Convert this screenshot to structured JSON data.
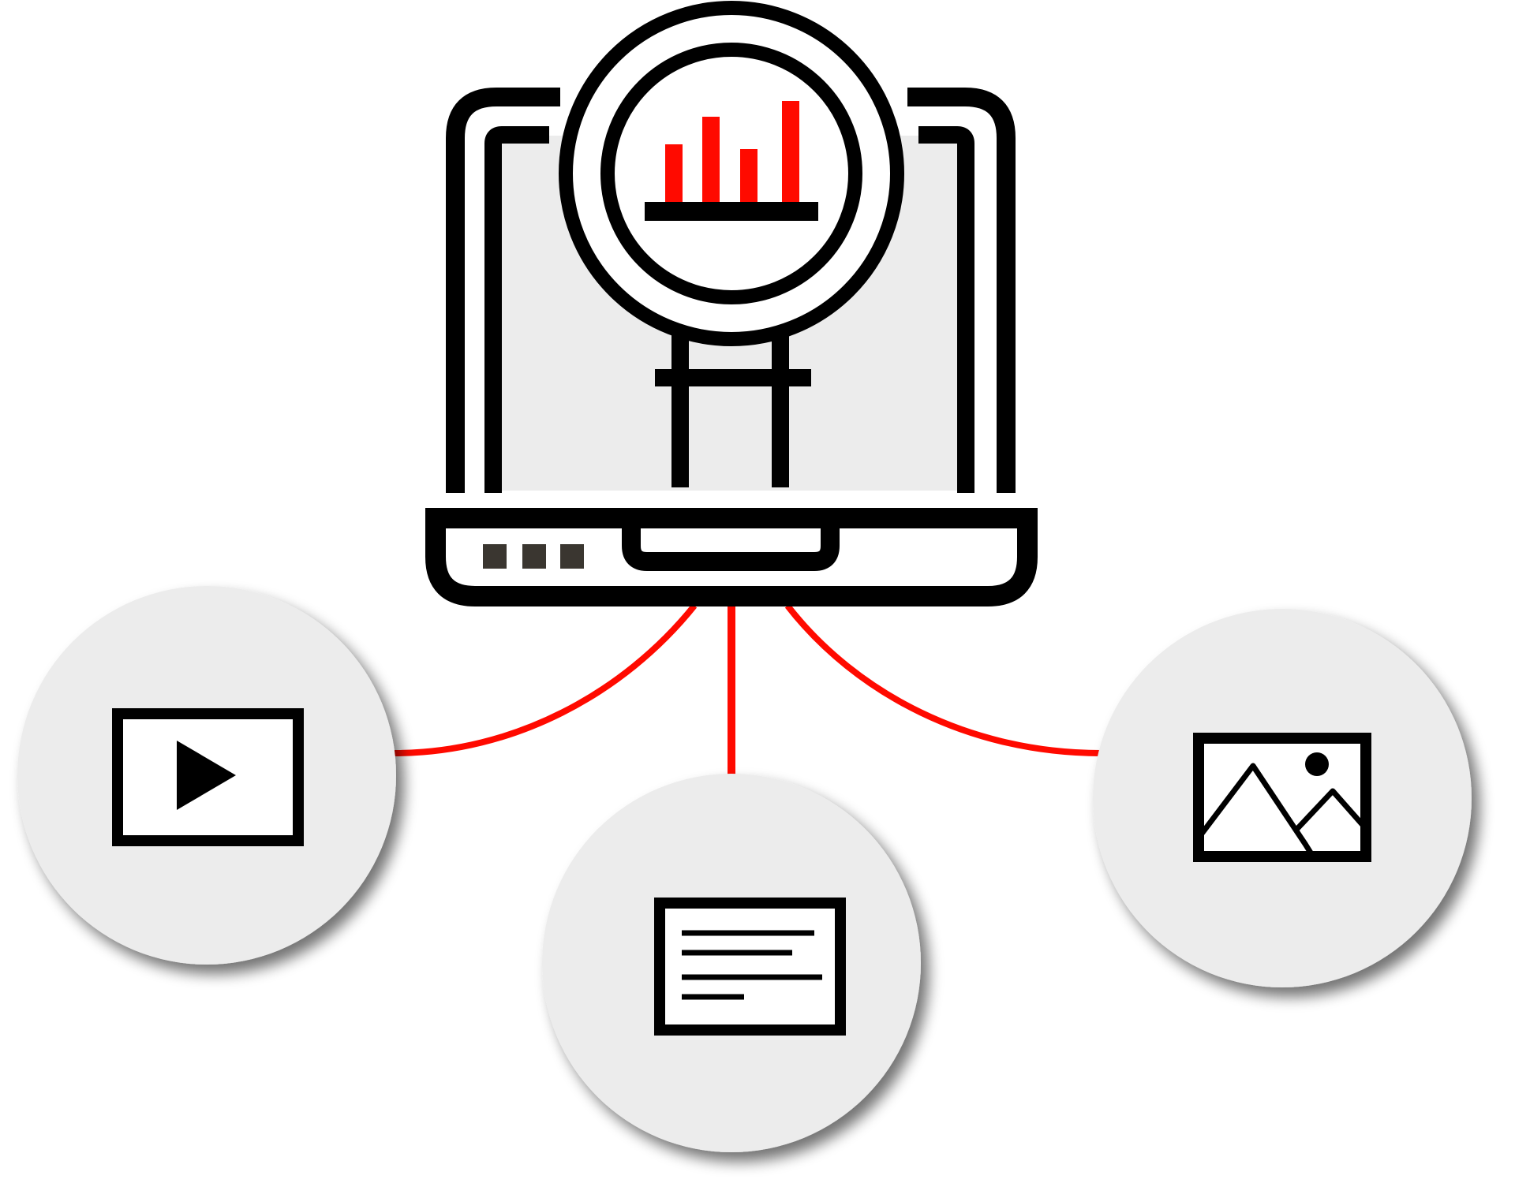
{
  "colors": {
    "background": "#ffffff",
    "stroke": "#000000",
    "accent": "#ff0a00",
    "screen_fill": "#ececec",
    "circle_fill": "#ececec",
    "keys_fill": "#3a3630"
  },
  "central": {
    "icon": "laptop-with-magnifier-bar-chart-icon",
    "bar_chart": {
      "bar_count": 4,
      "relative_heights": [
        0.55,
        0.8,
        0.5,
        0.95
      ]
    }
  },
  "nodes": [
    {
      "name": "video",
      "icon": "video-play-icon"
    },
    {
      "name": "document",
      "icon": "text-document-icon"
    },
    {
      "name": "image",
      "icon": "image-landscape-icon"
    }
  ]
}
